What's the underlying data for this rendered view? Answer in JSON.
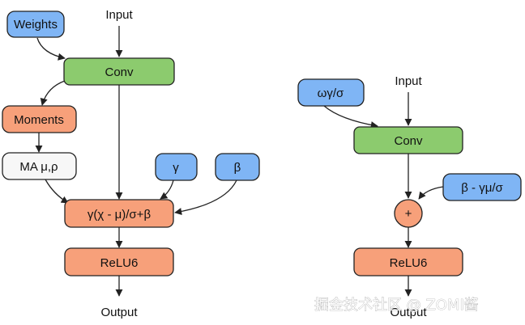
{
  "left": {
    "weights": "Weights",
    "input": "Input",
    "conv": "Conv",
    "moments": "Moments",
    "ma": "MA μ,ρ",
    "gamma": "γ",
    "beta": "β",
    "formula": "γ(χ - μ)/σ+β",
    "relu": "ReLU6",
    "output": "Output"
  },
  "right": {
    "wgs": "ωγ/σ",
    "input": "Input",
    "conv": "Conv",
    "bias": "β - γμ/σ",
    "plus": "+",
    "relu": "ReLU6",
    "output": "Output"
  },
  "watermark": "掘金技术社区 @ ZOMI酱",
  "colors": {
    "blue": "#7fb5f5",
    "green": "#8ccb6e",
    "orange": "#f7a07a",
    "gray": "#f7f7f7",
    "stroke": "#222222"
  }
}
